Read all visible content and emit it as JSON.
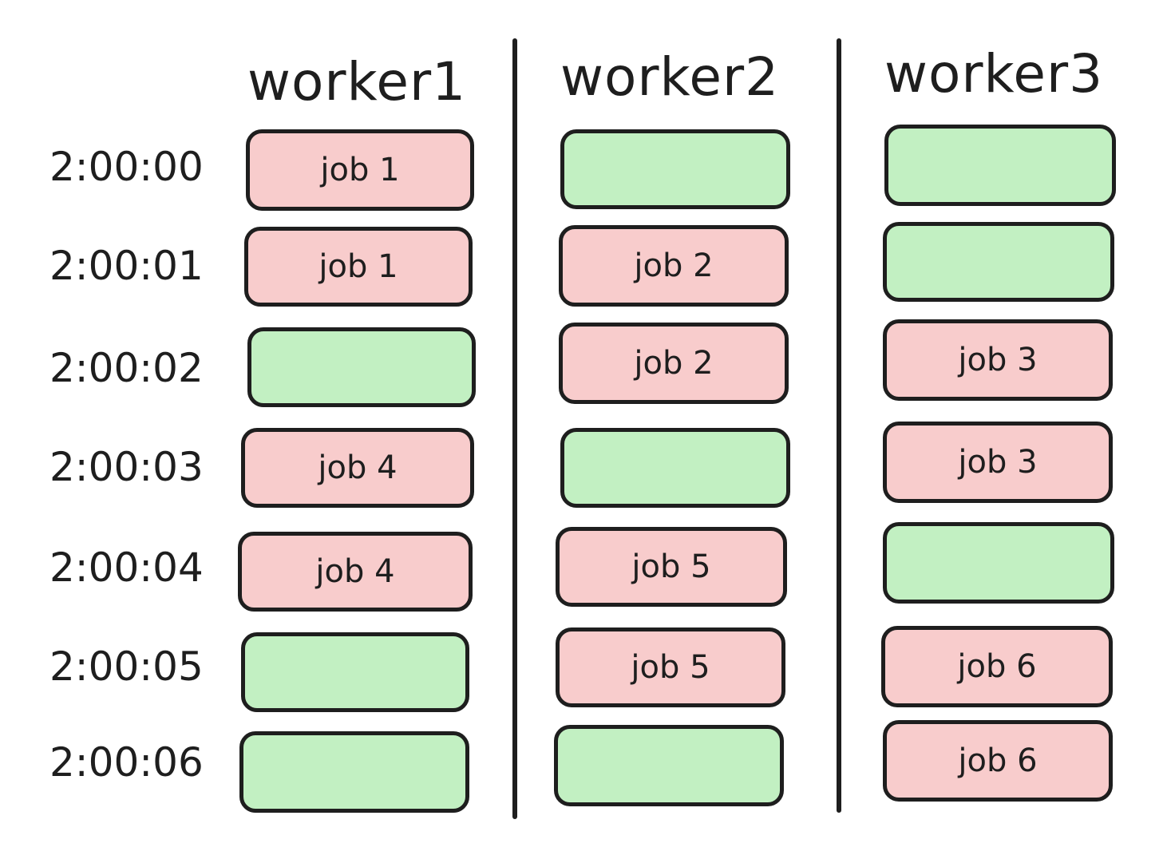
{
  "workers": [
    {
      "name": "worker1",
      "slots": [
        {
          "state": "busy",
          "label": "job 1"
        },
        {
          "state": "busy",
          "label": "job 1"
        },
        {
          "state": "idle",
          "label": ""
        },
        {
          "state": "busy",
          "label": "job 4"
        },
        {
          "state": "busy",
          "label": "job 4"
        },
        {
          "state": "idle",
          "label": ""
        },
        {
          "state": "idle",
          "label": ""
        }
      ]
    },
    {
      "name": "worker2",
      "slots": [
        {
          "state": "idle",
          "label": ""
        },
        {
          "state": "busy",
          "label": "job 2"
        },
        {
          "state": "busy",
          "label": "job 2"
        },
        {
          "state": "idle",
          "label": ""
        },
        {
          "state": "busy",
          "label": "job 5"
        },
        {
          "state": "busy",
          "label": "job 5"
        },
        {
          "state": "idle",
          "label": ""
        }
      ]
    },
    {
      "name": "worker3",
      "slots": [
        {
          "state": "idle",
          "label": ""
        },
        {
          "state": "idle",
          "label": ""
        },
        {
          "state": "busy",
          "label": "job 3"
        },
        {
          "state": "busy",
          "label": "job 3"
        },
        {
          "state": "idle",
          "label": ""
        },
        {
          "state": "busy",
          "label": "job 6"
        },
        {
          "state": "busy",
          "label": "job 6"
        }
      ]
    }
  ],
  "times": [
    "2:00:00",
    "2:00:01",
    "2:00:02",
    "2:00:03",
    "2:00:04",
    "2:00:05",
    "2:00:06"
  ],
  "colors": {
    "busy": "#f8cccc",
    "idle": "#c2f0c2",
    "stroke": "#1e1e1e"
  }
}
